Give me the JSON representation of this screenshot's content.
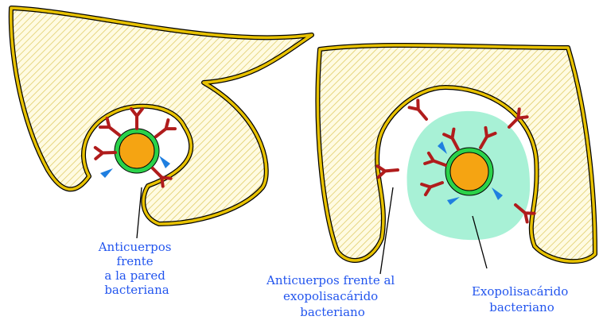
{
  "colors": {
    "cell_outline": "#e8c200",
    "cell_fill": "#fffbe2",
    "hatch": "#e0cd6a",
    "antibody": "#b01c1c",
    "complement": "#1f7fe0",
    "bacterium": "#f5a412",
    "bacterial_wall": "#2bd24a",
    "exopolysaccharide": "#a8f1d6",
    "label_text": "#2255ee",
    "leader_line": "#000000"
  },
  "labels": {
    "wall_antibodies": [
      "Anticuerpos",
      "frente",
      "a la pared",
      "bacteriana"
    ],
    "exo_antibodies": [
      "Anticuerpos frente al",
      "exopolisacárido",
      "bacteriano"
    ],
    "exopolysaccharide": [
      "Exopolisacárido",
      "bacteriano"
    ]
  },
  "icons": [
    "antibody-icon",
    "complement-icon",
    "bacterium-icon"
  ]
}
